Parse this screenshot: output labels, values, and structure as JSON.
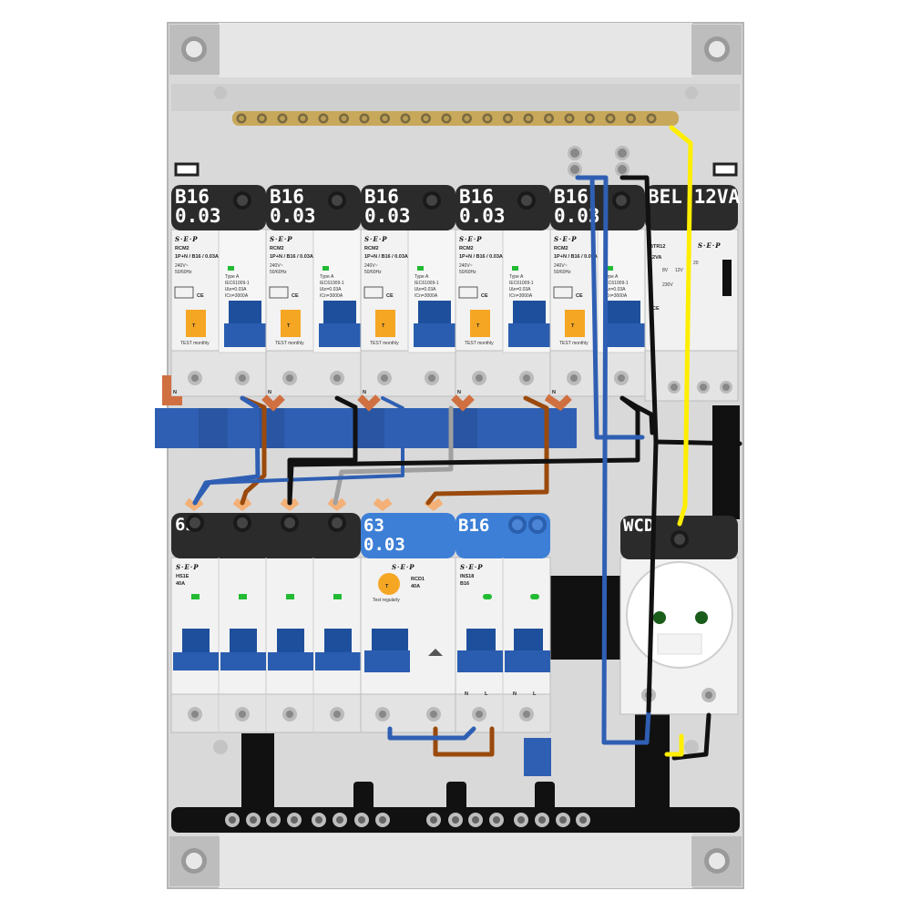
{
  "colors": {
    "enclosure": "#d9d9d9",
    "enclosure_frame": "#b8b8b8",
    "label_dark": "#2b2b2b",
    "label_blue": "#3d7fd6",
    "breaker_blue": "#1e4f9c",
    "test_orange": "#f5a623",
    "busbar_brass": "#c8a85a",
    "wire_blue": "#2f5fb3",
    "wire_brown": "#9a4a0c",
    "wire_black": "#111111",
    "wire_grey": "#a0a0a0",
    "wire_yellow": "#ffee00",
    "led_green": "#22bb33"
  },
  "brand": "S·E·P",
  "top_row": {
    "modules": [
      {
        "label_1": "B16",
        "label_2": "0.03",
        "model": "RCM2",
        "spec": "1P+N / B16 / 0.03A",
        "voltage": "240V~",
        "freq": "50/60Hz",
        "type": "Type A",
        "std": "IEC61009-1",
        "idn": "IΔn=0.03A",
        "icn": "ICn=3000A",
        "test": "TEST monthly",
        "n": "N"
      },
      {
        "label_1": "B16",
        "label_2": "0.03",
        "model": "RCM2",
        "spec": "1P+N / B16 / 0.03A",
        "voltage": "240V~",
        "freq": "50/60Hz",
        "type": "Type A",
        "std": "IEC61009-1",
        "idn": "IΔn=0.03A",
        "icn": "ICn=3000A",
        "test": "TEST monthly",
        "n": "N"
      },
      {
        "label_1": "B16",
        "label_2": "0.03",
        "model": "RCM2",
        "spec": "1P+N / B16 / 0.03A",
        "voltage": "240V~",
        "freq": "50/60Hz",
        "type": "Type A",
        "std": "IEC61009-1",
        "idn": "IΔn=0.03A",
        "icn": "ICn=3000A",
        "test": "TEST monthly",
        "n": "N"
      },
      {
        "label_1": "B16",
        "label_2": "0.03",
        "model": "RCM2",
        "spec": "1P+N / B16 / 0.03A",
        "voltage": "240V~",
        "freq": "50/60Hz",
        "type": "Type A",
        "std": "IEC61009-1",
        "idn": "IΔn=0.03A",
        "icn": "ICn=3000A",
        "test": "TEST monthly",
        "n": "N"
      },
      {
        "label_1": "B16",
        "label_2": "0.03",
        "model": "RCM2",
        "spec": "1P+N / B16 / 0.03A",
        "voltage": "240V~",
        "freq": "50/60Hz",
        "type": "Type A",
        "std": "IEC61009-1",
        "idn": "IΔn=0.03A",
        "icn": "ICn=3000A",
        "test": "TEST monthly",
        "n": "N"
      }
    ],
    "bell": {
      "label": "BEL 12VA",
      "model": "BTR12",
      "rating": "12VA",
      "v1": "230V",
      "v2": "8V",
      "v3": "12V",
      "v4": "20"
    }
  },
  "bottom_row": {
    "main_switch": {
      "label": "63",
      "model": "HS1E",
      "rating": "40A"
    },
    "rcd": {
      "label_1": "63",
      "label_2": "0.03",
      "model": "RCD1",
      "rating": "40A",
      "test": "Test regularly"
    },
    "mcb": {
      "label": "B16",
      "model": "INS18",
      "rating": "B16",
      "n": "N",
      "l": "L"
    },
    "socket": {
      "label": "WCD"
    }
  }
}
